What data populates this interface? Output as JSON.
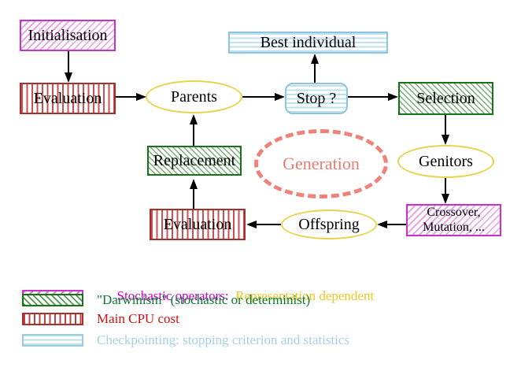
{
  "nodes": {
    "initialisation": {
      "label": "Initialisation"
    },
    "evaluation_top": {
      "label": "Evaluation"
    },
    "best_individual": {
      "label": "Best individual"
    },
    "stop": {
      "label": "Stop ?"
    },
    "selection": {
      "label": "Selection"
    },
    "parents": {
      "label": "Parents"
    },
    "replacement": {
      "label": "Replacement"
    },
    "generation": {
      "label": "Generation"
    },
    "genitors": {
      "label": "Genitors"
    },
    "crossover": {
      "line1": "Crossover,",
      "line2": "Mutation, ..."
    },
    "evaluation_bottom": {
      "label": "Evaluation"
    },
    "offspring": {
      "label": "Offspring"
    }
  },
  "legend": {
    "items": [
      {
        "swatch": "magenta-hatch",
        "text_primary": "Stochastic operators:",
        "text_secondary": "  Representation dependent"
      },
      {
        "swatch": "green-hatch",
        "text_primary": "\"Darwinism\" (stochastic or determinist)"
      },
      {
        "swatch": "red-vertical-stripes",
        "text_primary": "Main CPU cost"
      },
      {
        "swatch": "cyan-horizontal-stripes",
        "text_primary": "Checkpointing: stopping criterion and statistics"
      }
    ]
  },
  "colors": {
    "magenta": "#cc00cc",
    "red": "#ab2e2e",
    "green": "#157515",
    "cyan": "#8cc6dc",
    "yellow": "#e6d44e",
    "salmon": "#ee8278",
    "legend_yellow_text": "#eec81e",
    "legend_cyan_text": "#a5d0e6"
  }
}
